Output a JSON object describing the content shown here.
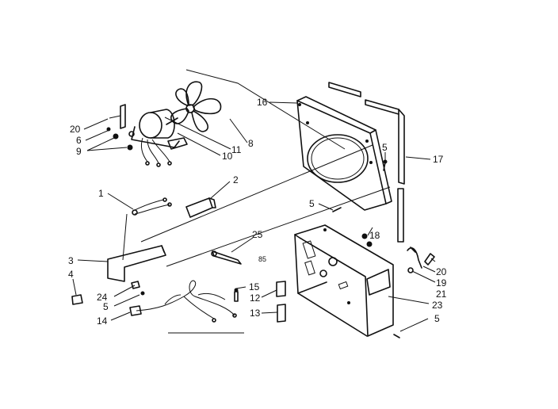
{
  "diagram": {
    "callouts": {
      "c1": "1",
      "c2": "2",
      "c3": "3",
      "c4": "4",
      "c5a": "5",
      "c5b": "5",
      "c5c": "5",
      "c5d": "5",
      "c6": "6",
      "c8": "8",
      "c9": "9",
      "c10": "10",
      "c11": "11",
      "c12": "12",
      "c13": "13",
      "c14": "14",
      "c15": "15",
      "c16": "16",
      "c17": "17",
      "c18": "18",
      "c19": "19",
      "c20a": "20",
      "c20b": "20",
      "c21": "21",
      "c23": "23",
      "c24": "24",
      "c25": "25"
    },
    "code_mark": "85"
  }
}
